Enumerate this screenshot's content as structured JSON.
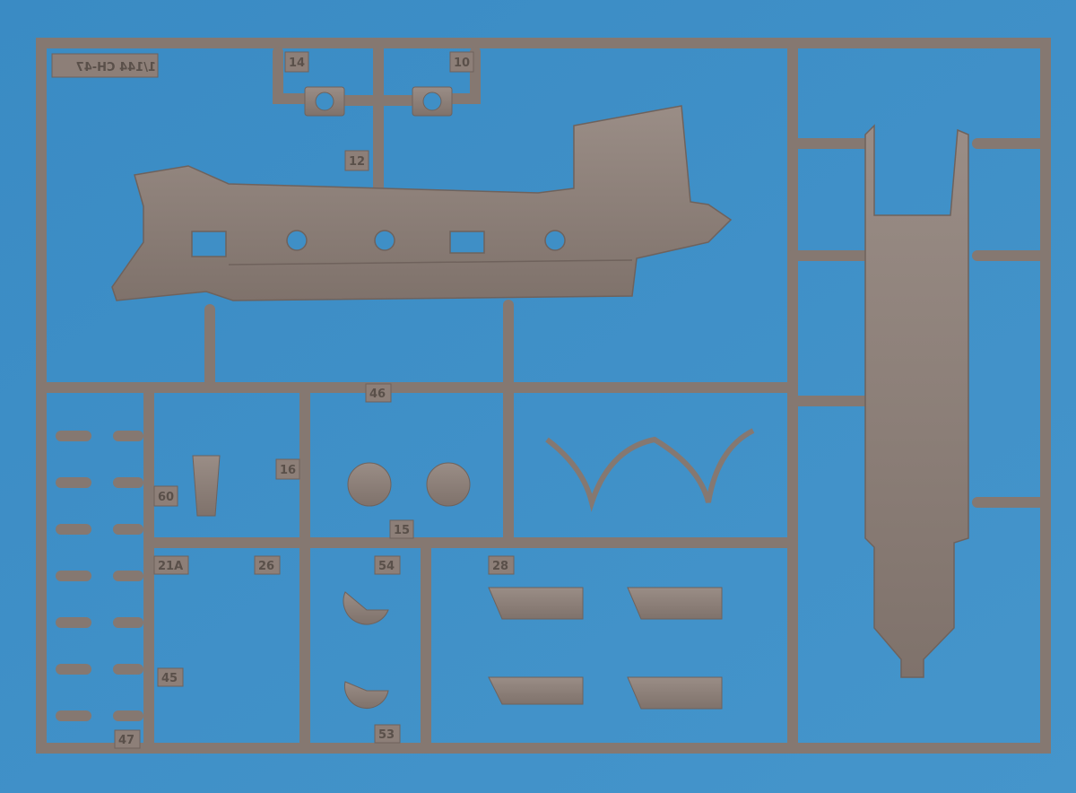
{
  "photo": {
    "background_color": "#3f8fc6",
    "plastic_color": "#8d7f78",
    "sprue_title": "1/144 CH-47",
    "part_numbers": [
      "14",
      "10",
      "12",
      "46",
      "16",
      "60",
      "15",
      "21A",
      "26",
      "54",
      "28",
      "45",
      "47",
      "53"
    ]
  }
}
